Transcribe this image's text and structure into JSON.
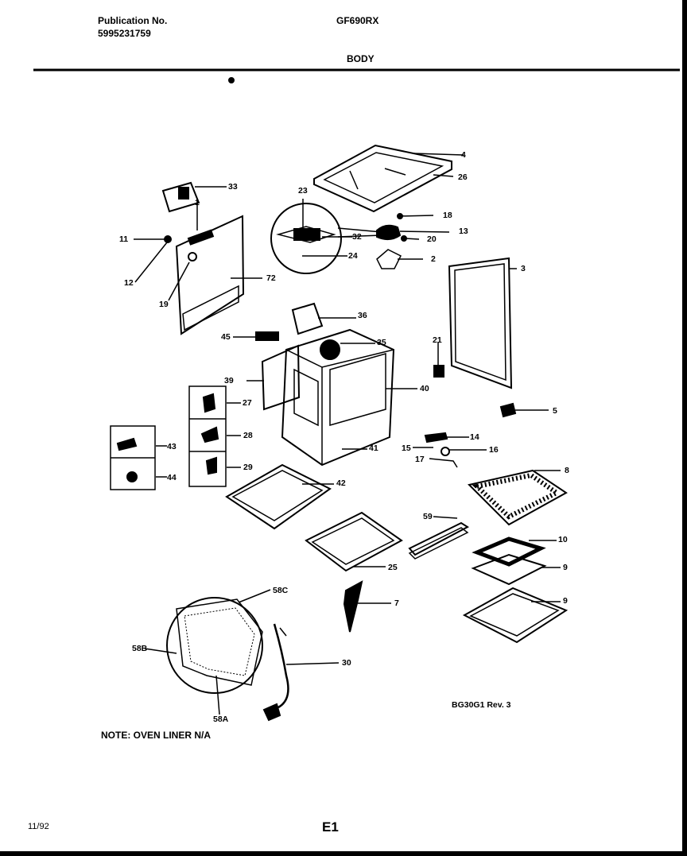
{
  "header": {
    "pub_label": "Publication No.",
    "pub_number": "5995231759",
    "model": "GF690RX",
    "section": "BODY"
  },
  "callouts": {
    "c4": "4",
    "c26": "26",
    "c33": "33",
    "c1": "1",
    "c23": "23",
    "c18a": "18",
    "c11": "11",
    "c32": "32",
    "c13": "13",
    "c20": "20",
    "c24": "24",
    "c2": "2",
    "c3": "3",
    "c12": "12",
    "c72": "72",
    "c19": "19",
    "c36": "36",
    "c45": "45",
    "c35": "35",
    "c21": "21",
    "c39": "39",
    "c40": "40",
    "c27": "27",
    "c5": "5",
    "c43": "43",
    "c28": "28",
    "c14": "14",
    "c15": "15",
    "c16": "16",
    "c41": "41",
    "c17": "17",
    "c29": "29",
    "c44": "44",
    "c8": "8",
    "c42": "42",
    "c59": "59",
    "c10": "10",
    "c25": "25",
    "c9a": "9",
    "c7": "7",
    "c9b": "9",
    "c58c": "58C",
    "c58b": "58B",
    "c30": "30",
    "c58a": "58A"
  },
  "footer": {
    "note": "NOTE: OVEN LINER N/A",
    "ref": "BG30G1 Rev. 3",
    "date": "11/92",
    "page": "E1"
  }
}
